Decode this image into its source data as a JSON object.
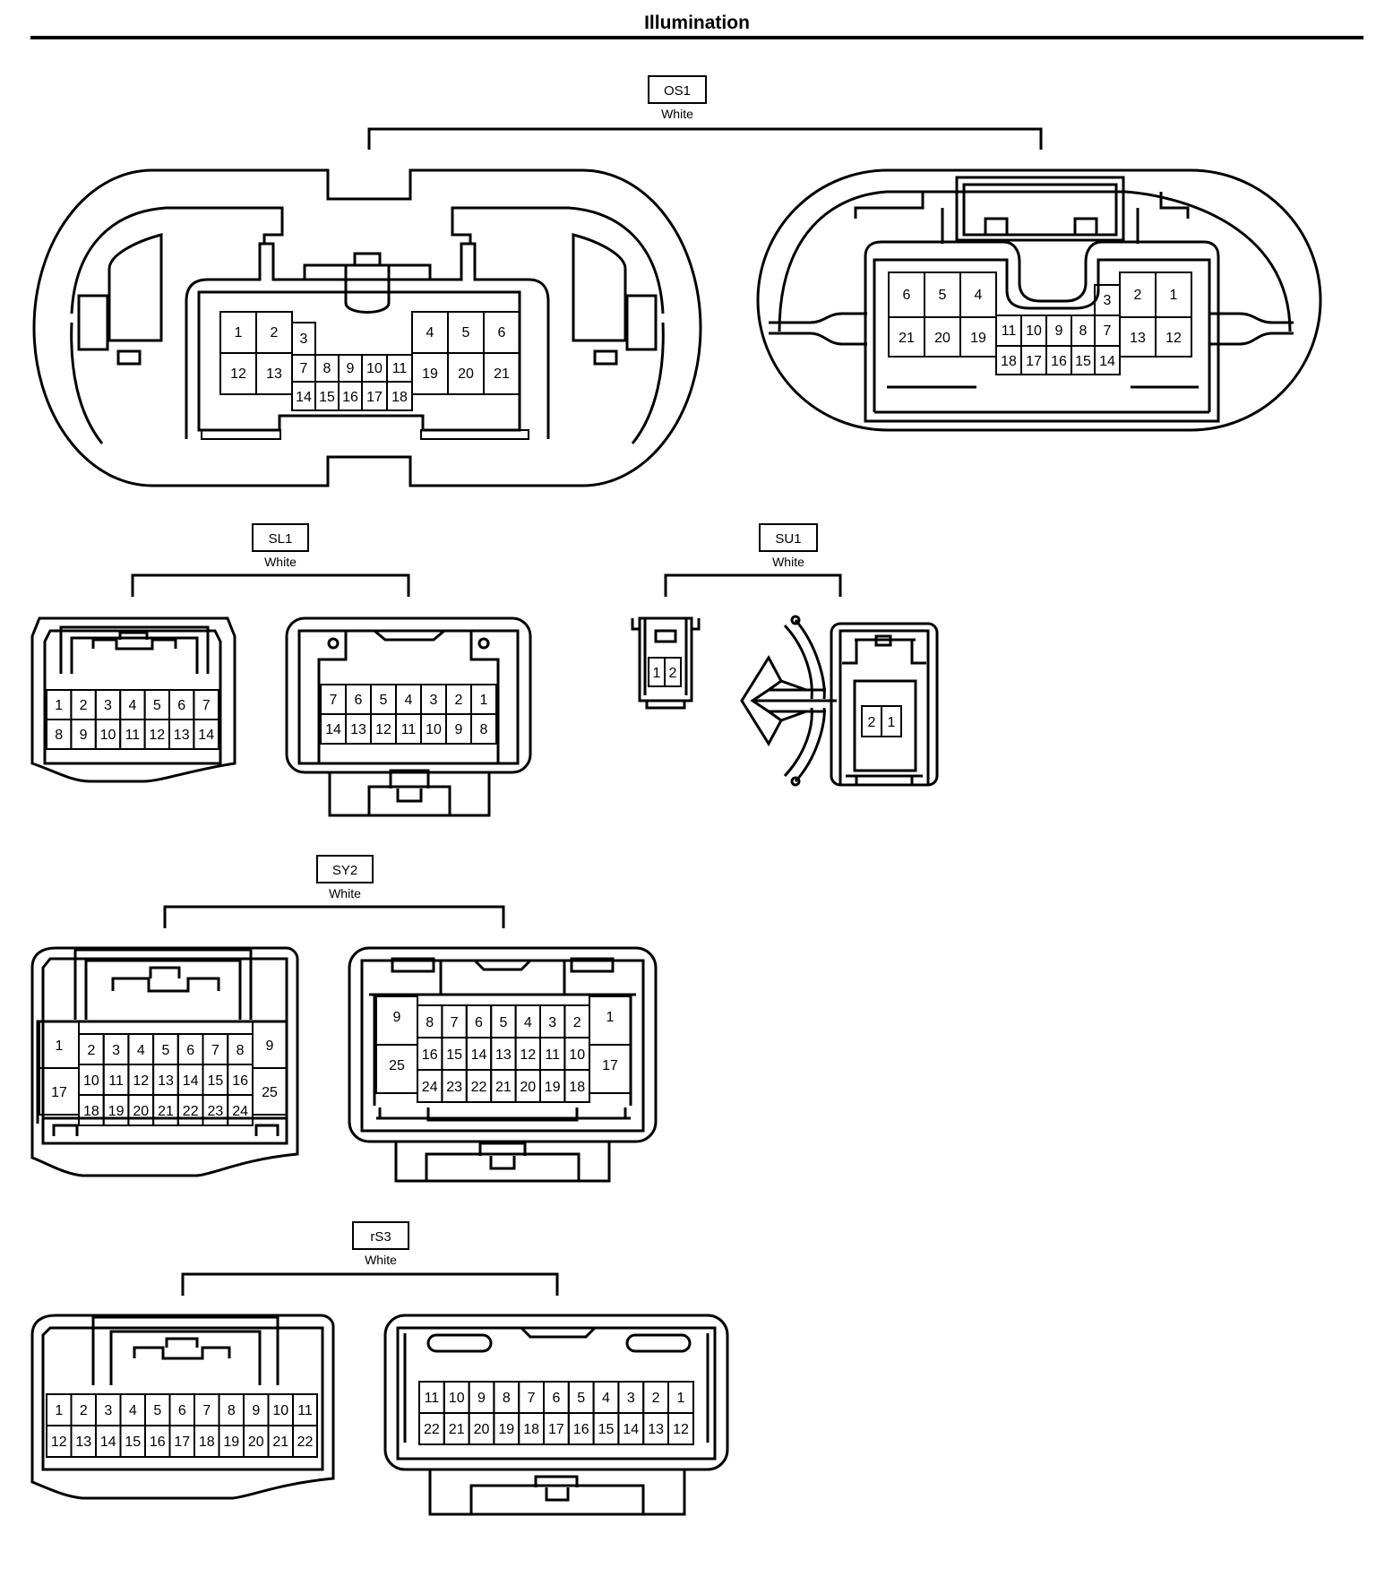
{
  "title": "Illumination",
  "connectors": {
    "os1": {
      "code": "OS1",
      "color": "White",
      "left": {
        "rows": [
          [
            "1",
            "2",
            "3",
            "4",
            "5",
            "6"
          ],
          [
            "12",
            "13",
            "7",
            "8",
            "9",
            "10",
            "11",
            "19",
            "20",
            "21"
          ],
          [
            "14",
            "15",
            "16",
            "17",
            "18"
          ]
        ]
      },
      "right": {
        "rows": [
          [
            "6",
            "5",
            "4",
            "3",
            "2",
            "1"
          ],
          [
            "21",
            "20",
            "19",
            "11",
            "10",
            "9",
            "8",
            "7",
            "13",
            "12"
          ],
          [
            "18",
            "17",
            "16",
            "15",
            "14"
          ]
        ]
      }
    },
    "sl1": {
      "code": "SL1",
      "color": "White",
      "left": {
        "rows": [
          [
            "1",
            "2",
            "3",
            "4",
            "5",
            "6",
            "7"
          ],
          [
            "8",
            "9",
            "10",
            "11",
            "12",
            "13",
            "14"
          ]
        ]
      },
      "right": {
        "rows": [
          [
            "7",
            "6",
            "5",
            "4",
            "3",
            "2",
            "1"
          ],
          [
            "14",
            "13",
            "12",
            "11",
            "10",
            "9",
            "8"
          ]
        ]
      }
    },
    "su1": {
      "code": "SU1",
      "color": "White",
      "left": {
        "rows": [
          [
            "1",
            "2"
          ]
        ]
      },
      "right": {
        "rows": [
          [
            "2",
            "1"
          ]
        ]
      }
    },
    "sy2": {
      "code": "SY2",
      "color": "White",
      "left": {
        "rows": [
          [
            "1",
            "9",
            "17",
            "25"
          ],
          [
            "2",
            "3",
            "4",
            "5",
            "6",
            "7",
            "8"
          ],
          [
            "10",
            "11",
            "12",
            "13",
            "14",
            "15",
            "16"
          ],
          [
            "18",
            "19",
            "20",
            "21",
            "22",
            "23",
            "24"
          ]
        ]
      },
      "right": {
        "rows": [
          [
            "9",
            "1",
            "25",
            "17"
          ],
          [
            "8",
            "7",
            "6",
            "5",
            "4",
            "3",
            "2"
          ],
          [
            "16",
            "15",
            "14",
            "13",
            "12",
            "11",
            "10"
          ],
          [
            "24",
            "23",
            "22",
            "21",
            "20",
            "19",
            "18"
          ]
        ]
      }
    },
    "rs3": {
      "code": "rS3",
      "color": "White",
      "left": {
        "rows": [
          [
            "1",
            "2",
            "3",
            "4",
            "5",
            "6",
            "7",
            "8",
            "9",
            "10",
            "11"
          ],
          [
            "12",
            "13",
            "14",
            "15",
            "16",
            "17",
            "18",
            "19",
            "20",
            "21",
            "22"
          ]
        ]
      },
      "right": {
        "rows": [
          [
            "11",
            "10",
            "9",
            "8",
            "7",
            "6",
            "5",
            "4",
            "3",
            "2",
            "1"
          ],
          [
            "22",
            "21",
            "20",
            "19",
            "18",
            "17",
            "16",
            "15",
            "14",
            "13",
            "12"
          ]
        ]
      }
    }
  }
}
